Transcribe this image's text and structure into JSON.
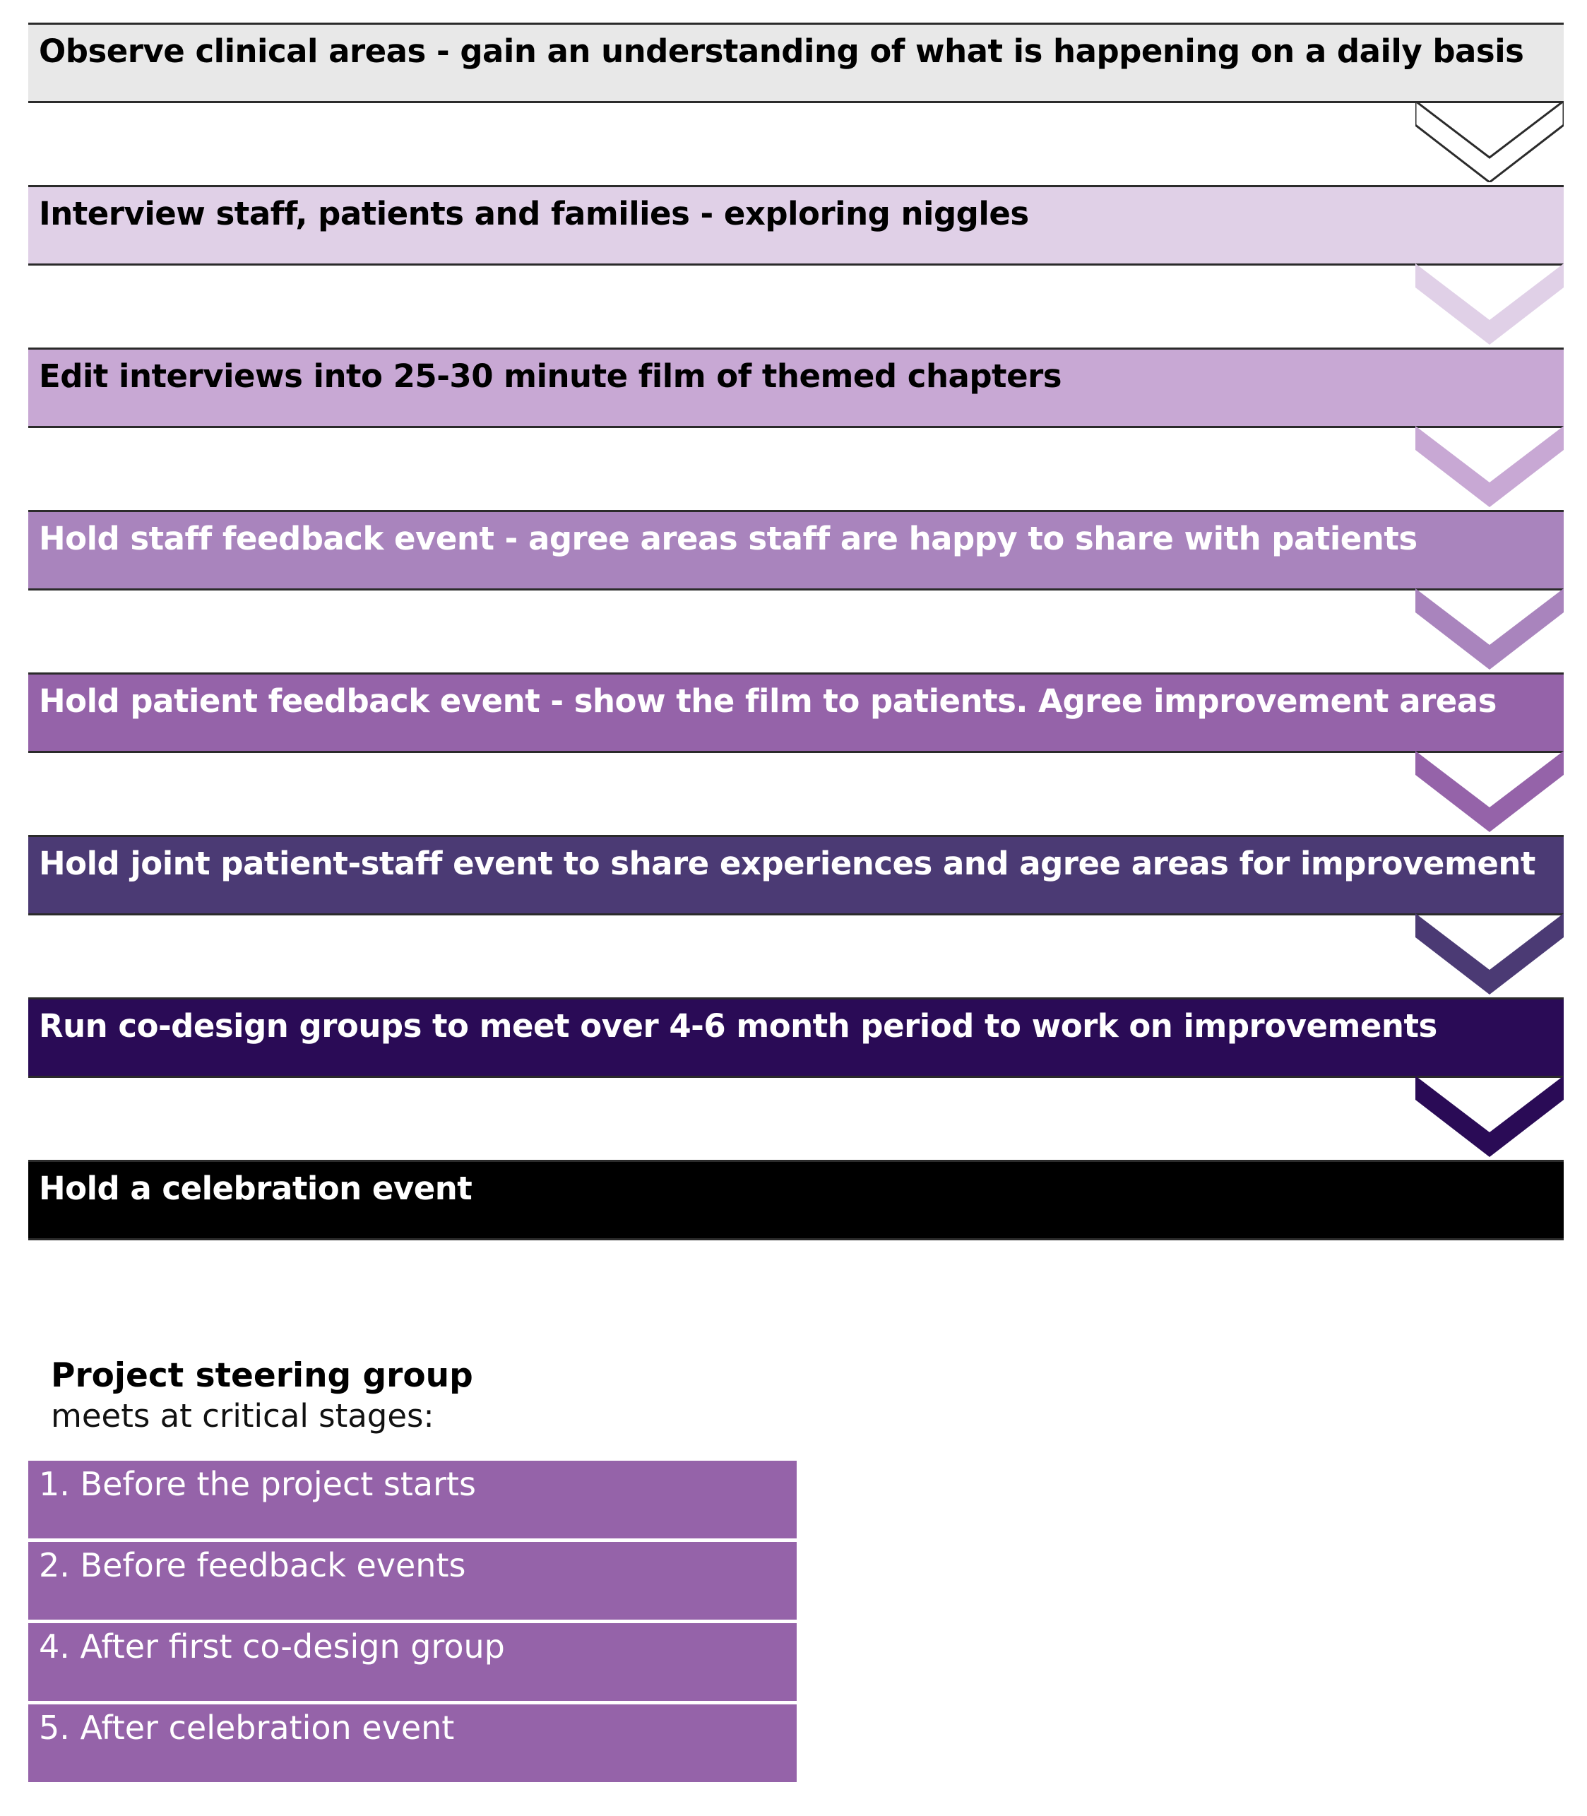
{
  "steps": [
    {
      "label": "Observe clinical areas - gain an understanding of what is happening on a daily basis",
      "fill": "#e8e8e8",
      "text_color": "#000000",
      "chevron_color": "#ffffff",
      "chevron_outline": "#2b2b2b"
    },
    {
      "label": "Interview staff, patients and families - exploring niggles",
      "fill": "#e0d0e7",
      "text_color": "#000000",
      "chevron_color": "#e0d0e7"
    },
    {
      "label": "Edit interviews into 25-30 minute film of themed chapters",
      "fill": "#c8a8d4",
      "text_color": "#000000",
      "chevron_color": "#c8a8d4"
    },
    {
      "label": "Hold staff feedback event - agree areas staff are happy to share with patients",
      "fill": "#a984bd",
      "text_color": "#ffffff",
      "chevron_color": "#a984bd"
    },
    {
      "label": "Hold patient feedback event - show the film to patients. Agree improvement areas",
      "fill": "#9563a9",
      "text_color": "#ffffff",
      "chevron_color": "#9563a9"
    },
    {
      "label": "Hold joint patient-staff event to share experiences and agree areas for improvement",
      "fill": "#4b3a74",
      "text_color": "#ffffff",
      "chevron_color": "#4b3a74"
    },
    {
      "label": "Run co-design groups to meet over 4-6 month period to work on improvements",
      "fill": "#2a0b56",
      "text_color": "#ffffff",
      "chevron_color": "#2a0b56"
    },
    {
      "label": "Hold a celebration event",
      "fill": "#000000",
      "text_color": "#ffffff"
    }
  ],
  "steering": {
    "title": "Project steering group",
    "subtitle": "meets at critical stages:",
    "stages": [
      "1. Before the project starts",
      "2. Before feedback events",
      "4. After first co-design group",
      "5. After celebration event"
    ]
  }
}
